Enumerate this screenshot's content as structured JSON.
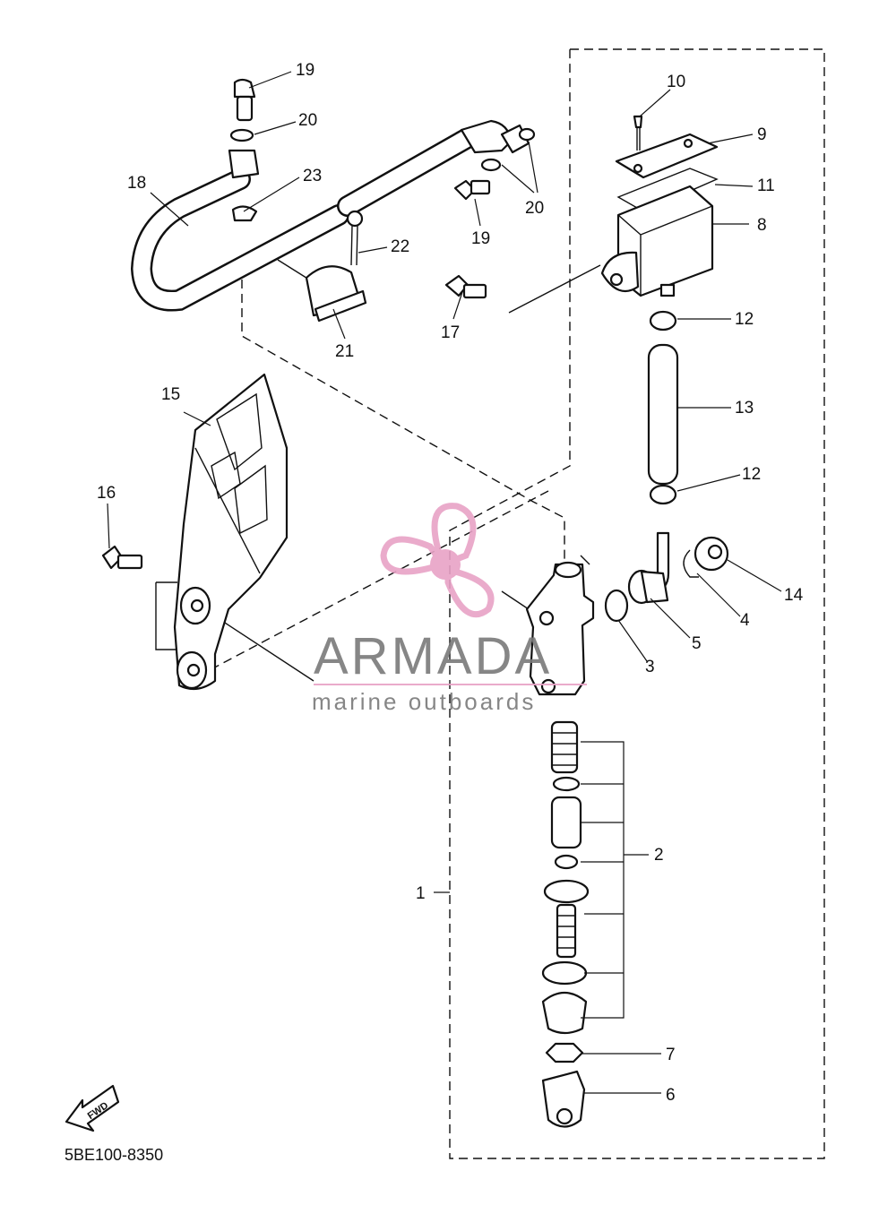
{
  "diagram": {
    "code": "5BE100-8350",
    "fwd_text": "FWD",
    "callouts": [
      "1",
      "2",
      "3",
      "4",
      "5",
      "6",
      "7",
      "8",
      "9",
      "10",
      "11",
      "12",
      "12",
      "13",
      "14",
      "15",
      "16",
      "17",
      "18",
      "19",
      "19",
      "20",
      "20",
      "21",
      "22",
      "23"
    ]
  },
  "watermark": {
    "brand": "ARMADA",
    "tagline": "marine outboards",
    "color": "#e8a2c6"
  }
}
